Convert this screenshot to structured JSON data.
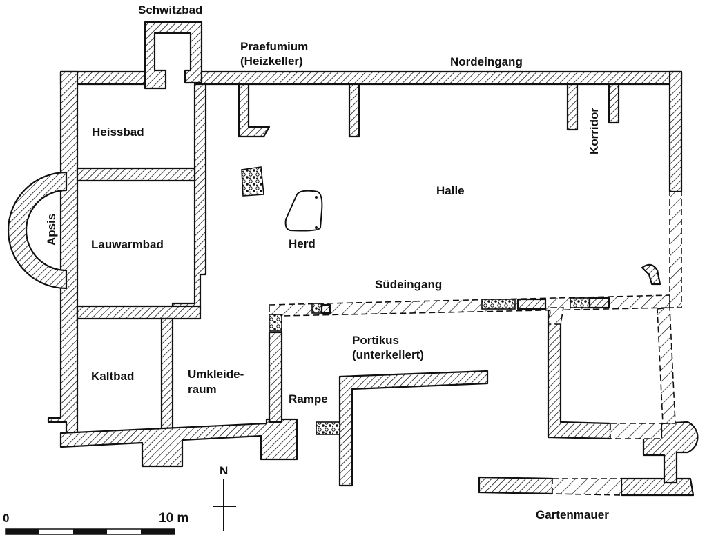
{
  "labels": {
    "schwitzbad": "Schwitzbad",
    "praefumium_1": "Praefumium",
    "praefumium_2": "(Heizkeller)",
    "nordeingang": "Nordeingang",
    "heissbad": "Heissbad",
    "korridor": "Korridor",
    "halle": "Halle",
    "apsis": "Apsis",
    "lauwarmbad": "Lauwarmbad",
    "herd": "Herd",
    "suedeingang": "Südeingang",
    "portikus_1": "Portikus",
    "portikus_2": "(unterkellert)",
    "kaltbad": "Kaltbad",
    "umkleide_1": "Umkleide-",
    "umkleide_2": "raum",
    "rampe": "Rampe",
    "gartenmauer": "Gartenmauer"
  },
  "north_arrow": {
    "label": "N"
  },
  "scale_bar": {
    "start_label": "0",
    "end_label": "10 m",
    "segments": 5
  },
  "colors": {
    "ink": "#111111",
    "paper": "#ffffff"
  }
}
